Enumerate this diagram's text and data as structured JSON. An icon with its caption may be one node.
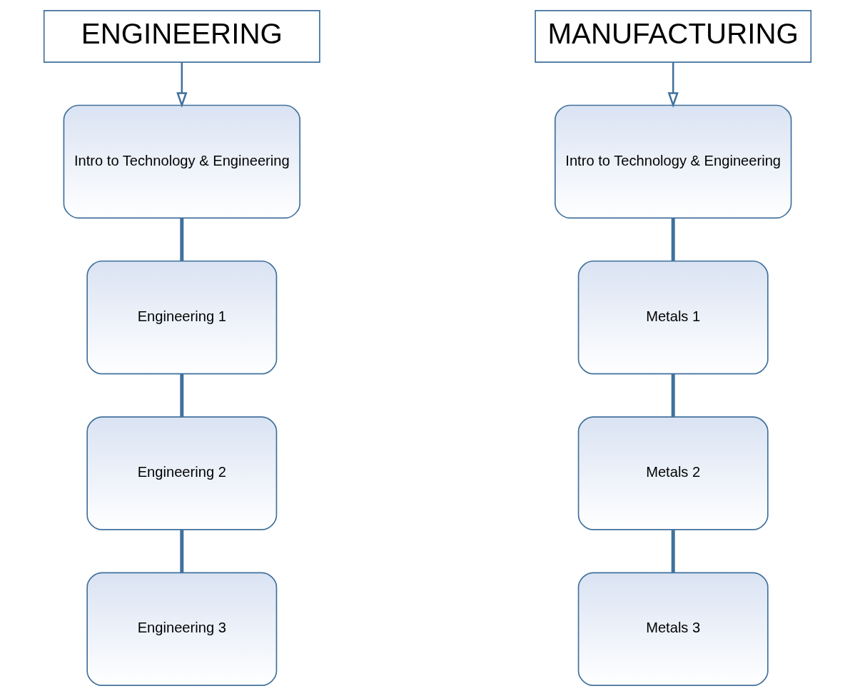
{
  "diagram": {
    "nodes": [
      {
        "text": [
          "ENGINEERING"
        ]
      },
      {
        "text": [
          "Intro to Technology & Engineering"
        ]
      },
      {
        "text": [
          "Engineering 1"
        ]
      },
      {
        "text": [
          "Engineering 2"
        ]
      },
      {
        "text": [
          "Engineering 3"
        ]
      },
      {
        "text": [
          "MANUFACTURING"
        ]
      },
      {
        "text": [
          "Intro to Technology & Engineering"
        ]
      },
      {
        "text": [
          "Metals 1"
        ]
      },
      {
        "text": [
          "Metals 2"
        ]
      },
      {
        "text": [
          "Metals 3"
        ]
      }
    ],
    "edges": [
      {
        "from": 0,
        "to": 1,
        "arrow": "to"
      },
      {
        "from": 1,
        "to": 2,
        "arrow": "none"
      },
      {
        "from": 2,
        "to": 3,
        "arrow": "none"
      },
      {
        "from": 3,
        "to": 4,
        "arrow": "none"
      },
      {
        "from": 5,
        "to": 6,
        "arrow": "to"
      },
      {
        "from": 6,
        "to": 7,
        "arrow": "none"
      },
      {
        "from": 7,
        "to": 8,
        "arrow": "none"
      },
      {
        "from": 8,
        "to": 9,
        "arrow": "none"
      }
    ]
  }
}
